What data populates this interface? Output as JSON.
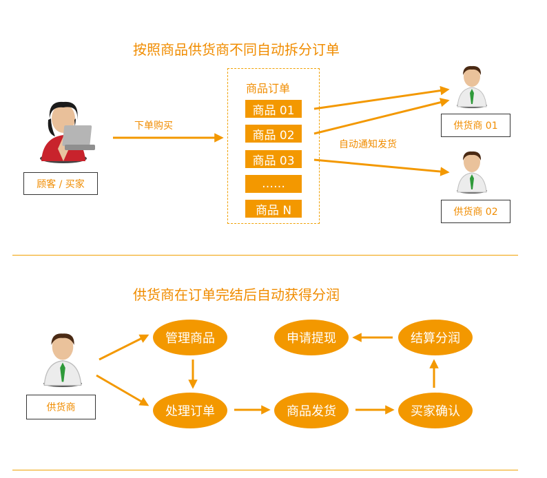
{
  "section1": {
    "title": "按照商品供货商不同自动拆分订单",
    "buyer_label": "顾客 / 买家",
    "place_order_label": "下单购买",
    "order_title": "商品订单",
    "items": [
      "商品 01",
      "商品 02",
      "商品 03",
      "……",
      "商品 N"
    ],
    "notify_label": "自动通知发货",
    "supplier1_label": "供货商 01",
    "supplier2_label": "供货商 02"
  },
  "section2": {
    "title": "供货商在订单完结后自动获得分润",
    "supplier_label": "供货商",
    "nodes": {
      "manage": "管理商品",
      "process": "处理订单",
      "ship": "商品发货",
      "confirm": "买家确认",
      "settle": "结算分润",
      "withdraw": "申请提现"
    }
  },
  "colors": {
    "accent": "#f39800",
    "text_accent": "#f08c00",
    "border": "#333333"
  },
  "icons": [
    "buyer-with-laptop-icon",
    "supplier-person-icon"
  ]
}
